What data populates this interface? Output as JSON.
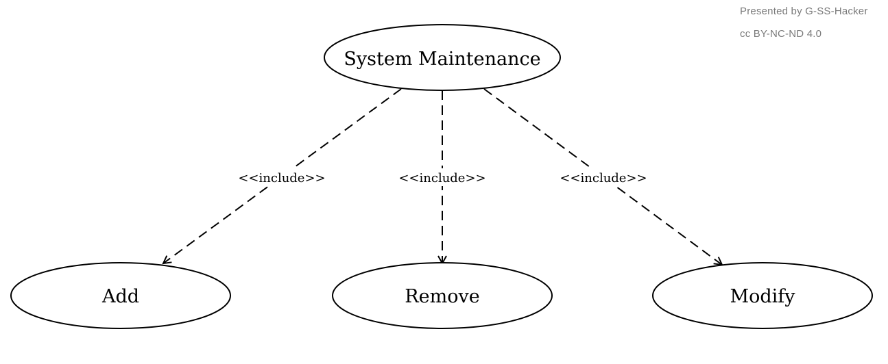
{
  "credit": {
    "line1": "Presented by G-SS-Hacker",
    "line2": "cc BY-NC-ND 4.0"
  },
  "usecases": {
    "root": "System Maintenance",
    "add": "Add",
    "remove": "Remove",
    "modify": "Modify"
  },
  "relations": {
    "add": "<<include>>",
    "remove": "<<include>>",
    "modify": "<<include>>"
  }
}
